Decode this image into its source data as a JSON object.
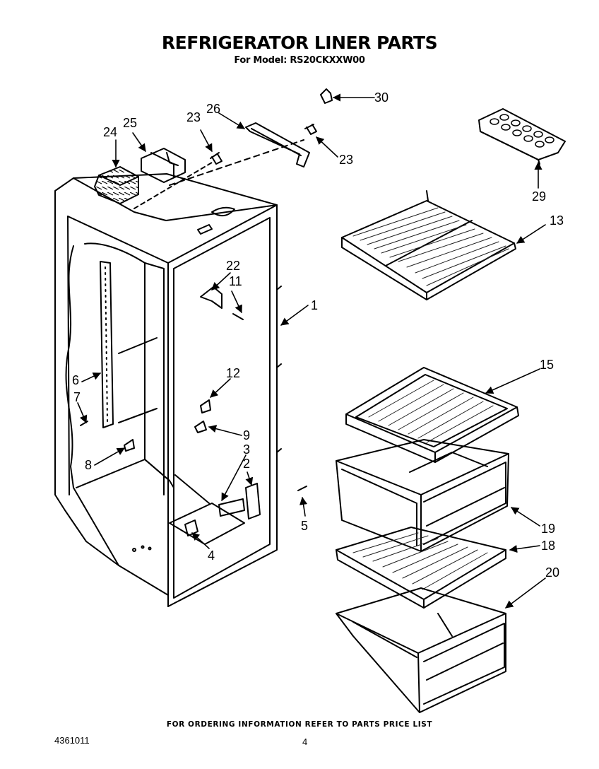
{
  "header": {
    "title": "REFRIGERATOR LINER PARTS",
    "subtitle": "For Model: RS20CKXXW00"
  },
  "callouts": {
    "c1": "1",
    "c2": "2",
    "c3": "3",
    "c4": "4",
    "c5": "5",
    "c6": "6",
    "c7": "7",
    "c8": "8",
    "c9": "9",
    "c11": "11",
    "c12": "12",
    "c13": "13",
    "c15": "15",
    "c18": "18",
    "c19": "19",
    "c20": "20",
    "c22": "22",
    "c23a": "23",
    "c23b": "23",
    "c24": "24",
    "c25": "25",
    "c26": "26",
    "c29": "29",
    "c30": "30"
  },
  "footer": {
    "ordering_note": "FOR ORDERING INFORMATION REFER TO PARTS PRICE LIST",
    "document_number": "4361011",
    "page_number": "4"
  }
}
